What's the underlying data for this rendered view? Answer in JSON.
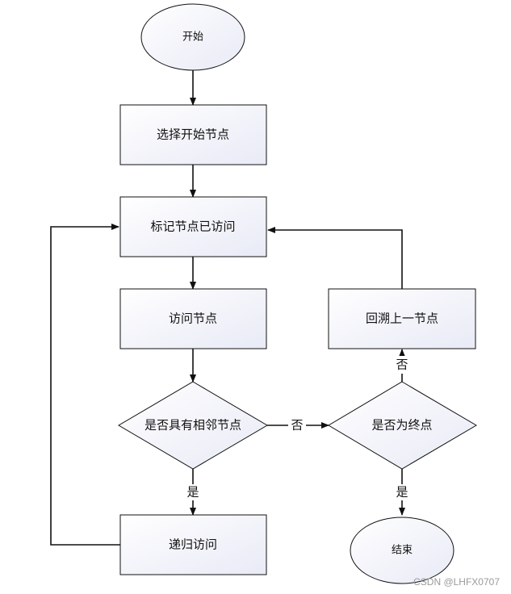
{
  "diagram": {
    "nodes": {
      "start": "开始",
      "select_start": "选择开始节点",
      "mark_visited": "标记节点已访问",
      "visit_node": "访问节点",
      "has_neighbor": "是否具有相邻节点",
      "recursive_visit": "递归访问",
      "is_end": "是否为终点",
      "backtrack": "回溯上一节点",
      "end": "结束"
    },
    "edge_labels": {
      "has_neighbor_yes": "是",
      "has_neighbor_no": "否",
      "is_end_yes": "是",
      "is_end_no": "否"
    }
  },
  "watermark": "CSDN @LHFX0707"
}
